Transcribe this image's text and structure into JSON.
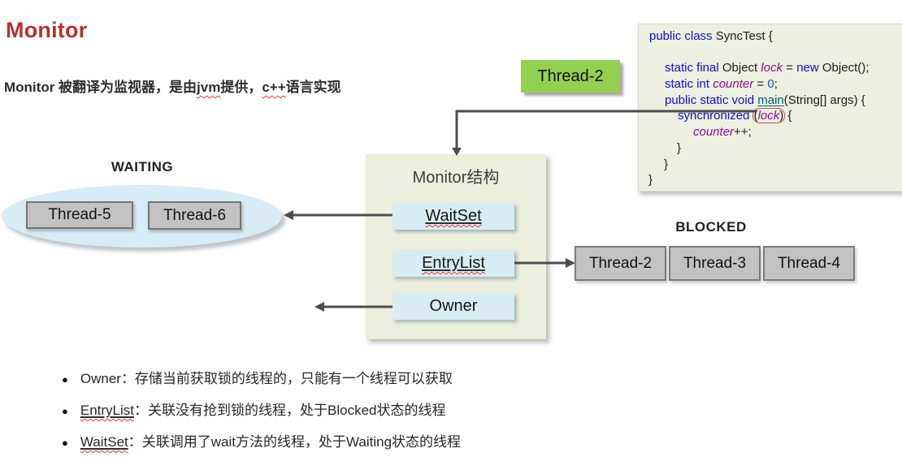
{
  "header": {
    "title": "Monitor",
    "subtitle": {
      "part1": "Monitor 被翻译为监视器，是由",
      "misspelled1": "jvm",
      "part2": "提供，",
      "misspelled2": "c++",
      "part3": "语言实现"
    }
  },
  "code_panel": {
    "l1": {
      "a": "public class",
      "b": " SyncTest {"
    },
    "l2": {
      "a": "static final",
      "b": " Object ",
      "c": "lock",
      "d": " = ",
      "e": "new",
      "f": " Object();"
    },
    "l3": {
      "a": "static int ",
      "b": "counter",
      "c": " = ",
      "d": "0",
      "e": ";"
    },
    "l4": {
      "a": "public static void ",
      "b": "main",
      "c": "(String[] args) {"
    },
    "l5": {
      "a": "synchronized ",
      "b": "(",
      "c": "lock",
      "d": ")",
      "e": " {"
    },
    "l6": {
      "a": "counter",
      "b": "++;"
    },
    "l7": "}",
    "l8": "}",
    "l9": "}"
  },
  "diagram": {
    "thread2_label": "Thread-2",
    "waiting": {
      "label": "WAITING",
      "thread5": "Thread-5",
      "thread6": "Thread-6"
    },
    "monitor": {
      "title": "Monitor结构",
      "waitset": "WaitSet",
      "entrylist": "EntryList",
      "owner": "Owner"
    },
    "blocked": {
      "label": "BLOCKED",
      "thread2": "Thread-2",
      "thread3": "Thread-3",
      "thread4": "Thread-4"
    }
  },
  "bullets": {
    "glyph": "●",
    "items": [
      {
        "term": "Owner",
        "desc": "：存储当前获取锁的线程的，只能有一个线程可以获取"
      },
      {
        "term": "EntryList",
        "desc": "：关联没有抢到锁的线程，处于Blocked状态的线程"
      },
      {
        "term": "WaitSet",
        "desc": "：关联调用了wait方法的线程，处于Waiting状态的线程"
      }
    ]
  },
  "colors": {
    "title_red": "#b23430",
    "thread_green": "#92d050",
    "code_bg": "#edf0e1",
    "monitor_bg": "#ecefdd",
    "slot_blue": "#d9ecf4",
    "thread_gray": "#c2c2c2",
    "thread_gray_border": "#757575",
    "waiting_ellipse_blue": "#d9ebf5",
    "arrow_gray": "#4d4d4d",
    "code_keyword_blue": "#0f0fc8",
    "code_field_purple": "#871094",
    "code_method_teal": "#00627a",
    "code_number_blue": "#1750eb",
    "lock_highlight_red": "#c0504d",
    "squiggle_red": "#e03b30"
  }
}
